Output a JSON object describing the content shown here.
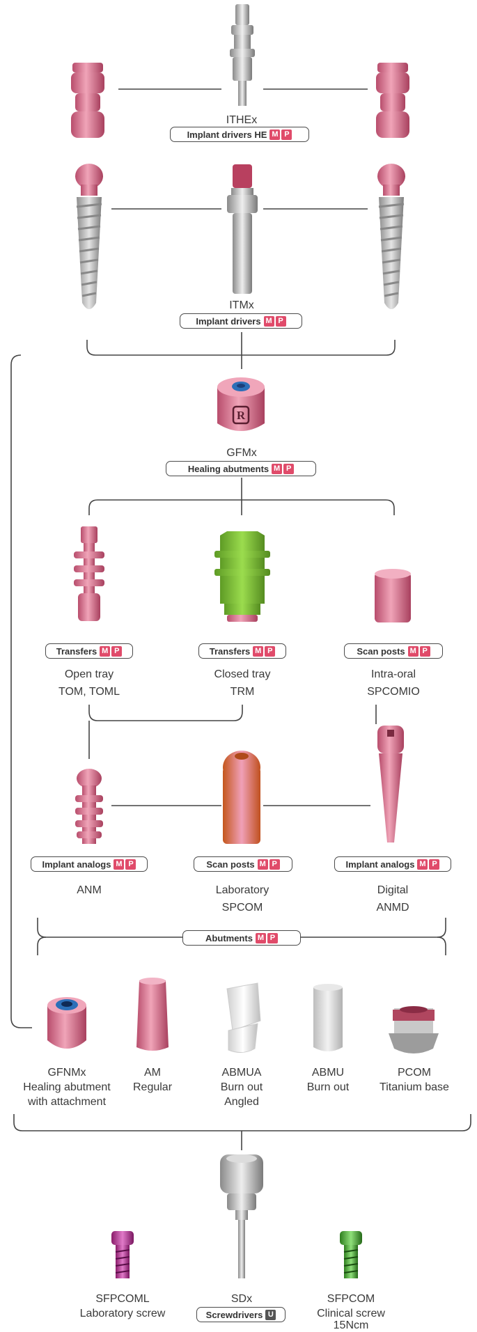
{
  "ithex": {
    "code": "ITHEx",
    "pill": "Implant drivers HE",
    "badges": [
      "M",
      "P"
    ]
  },
  "itmx": {
    "code": "ITMx",
    "pill": "Implant drivers",
    "badges": [
      "M",
      "P"
    ]
  },
  "gfmx": {
    "code": "GFMx",
    "pill": "Healing abutments",
    "badges": [
      "M",
      "P"
    ]
  },
  "transfers_open": {
    "pill": "Transfers",
    "badges": [
      "M",
      "P"
    ],
    "line1": "Open tray",
    "line2": "TOM, TOML"
  },
  "transfers_closed": {
    "pill": "Transfers",
    "badges": [
      "M",
      "P"
    ],
    "line1": "Closed tray",
    "line2": "TRM"
  },
  "scan_intra": {
    "pill": "Scan posts",
    "badges": [
      "M",
      "P"
    ],
    "line1": "Intra-oral",
    "line2": "SPCOMIO"
  },
  "analog_anm": {
    "pill": "Implant analogs",
    "badges": [
      "M",
      "P"
    ],
    "line1": "ANM"
  },
  "scan_lab": {
    "pill": "Scan posts",
    "badges": [
      "M",
      "P"
    ],
    "line1": "Laboratory",
    "line2": "SPCOM"
  },
  "analog_digital": {
    "pill": "Implant analogs",
    "badges": [
      "M",
      "P"
    ],
    "line1": "Digital",
    "line2": "ANMD"
  },
  "abutments": {
    "pill": "Abutments",
    "badges": [
      "M",
      "P"
    ]
  },
  "gfnmx": {
    "line1": "GFNMx",
    "line2": "Healing abutment",
    "line3": "with attachment"
  },
  "am": {
    "line1": "AM",
    "line2": "Regular"
  },
  "abmua": {
    "line1": "ABMUA",
    "line2": "Burn out",
    "line3": "Angled"
  },
  "abmu": {
    "line1": "ABMU",
    "line2": "Burn out"
  },
  "pcom": {
    "line1": "PCOM",
    "line2": "Titanium base"
  },
  "sfpcoml": {
    "line1": "SFPCOML",
    "line2": "Laboratory screw"
  },
  "sdx": {
    "code": "SDx",
    "pill": "Screwdrivers",
    "badge": "U"
  },
  "sfpcom": {
    "line1": "SFPCOM",
    "line2": "Clinical screw",
    "line3": "15Ncm"
  },
  "gfmx_cap_letter": "R",
  "colors": {
    "pink": "#e27a98",
    "pink_dark": "#b44a68",
    "green": "#7cc23a",
    "metal": "#c9c9c9",
    "badge": "#e04b6a",
    "line": "#444444"
  }
}
